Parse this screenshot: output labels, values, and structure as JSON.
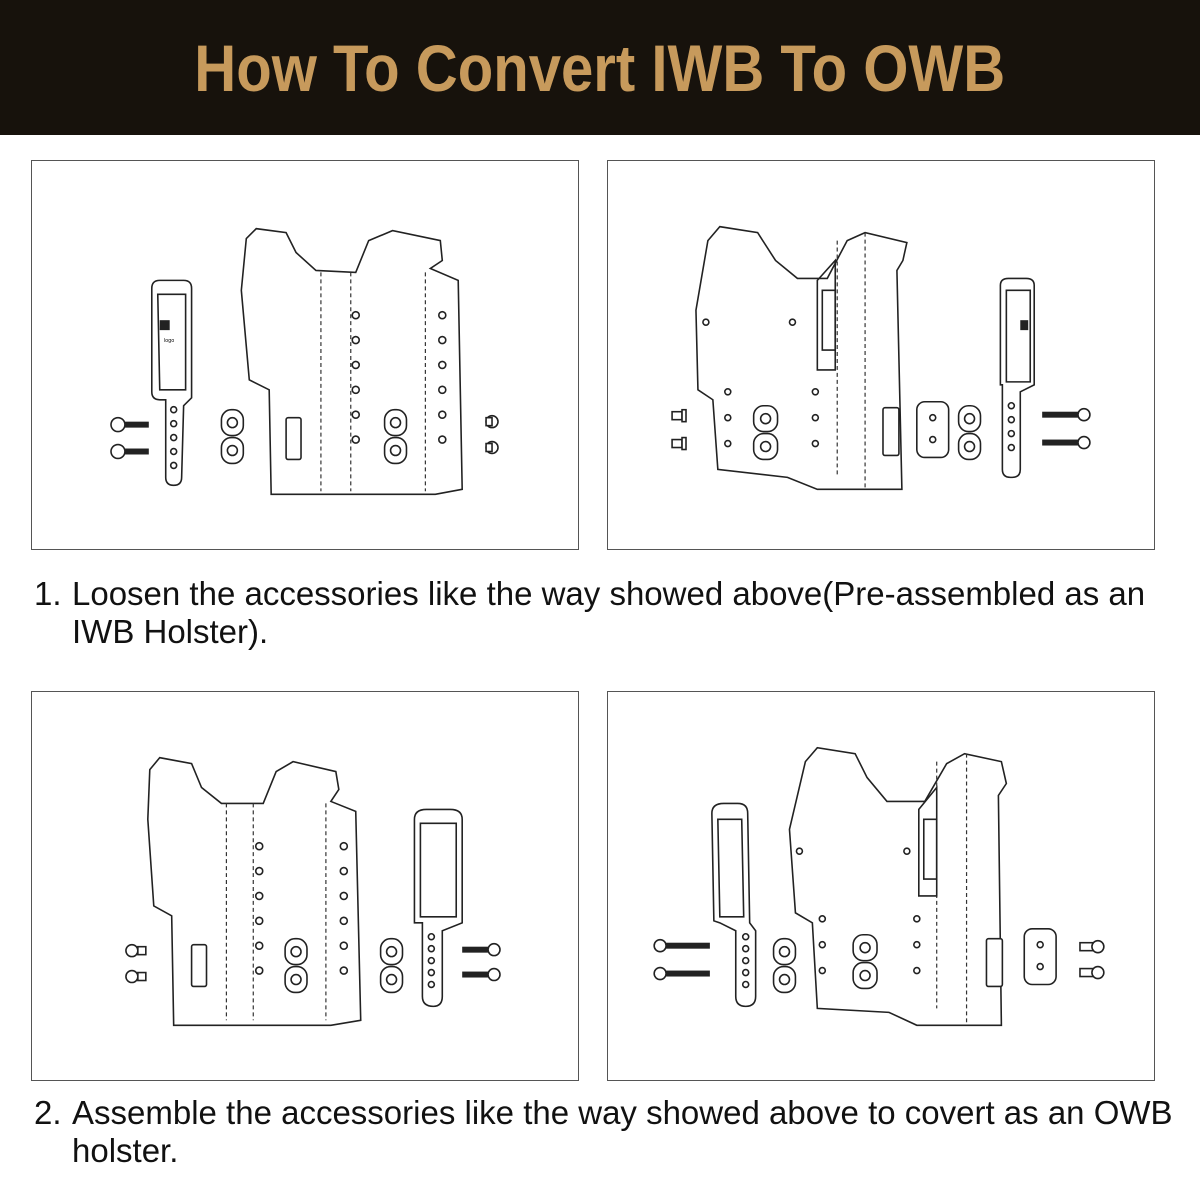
{
  "header": {
    "title": "How To Convert IWB To OWB",
    "title_color": "#c79a5c",
    "background": "#17120c"
  },
  "steps": [
    {
      "number": "1.",
      "text": "Loosen the accessories like the way showed above(Pre-assembled as an IWB Holster)."
    },
    {
      "number": "2.",
      "text": "Assemble the accessories like the way showed above to covert as an OWB holster."
    }
  ],
  "panels": [
    {
      "id": "iwb-front",
      "icons": [
        "holster-icon",
        "belt-clip-icon",
        "screw-icon",
        "spacer-icon"
      ]
    },
    {
      "id": "iwb-back",
      "icons": [
        "holster-icon",
        "belt-clip-icon",
        "screw-icon",
        "spacer-icon"
      ]
    },
    {
      "id": "owb-front",
      "icons": [
        "holster-icon",
        "belt-loop-icon",
        "screw-icon",
        "spacer-icon"
      ]
    },
    {
      "id": "owb-back",
      "icons": [
        "holster-icon",
        "belt-loop-icon",
        "screw-icon",
        "spacer-icon"
      ]
    }
  ]
}
